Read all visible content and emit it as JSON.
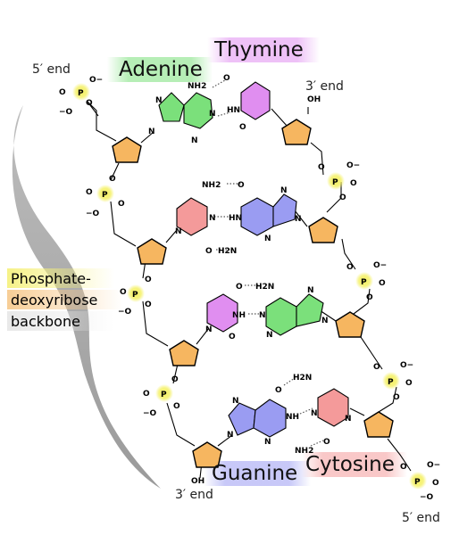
{
  "labels": {
    "adenine": "Adenine",
    "thymine": "Thymine",
    "guanine": "Guanine",
    "cytosine": "Cytosine",
    "end_5_top": "5′ end",
    "end_3_top": "3′ end",
    "end_3_bottom": "3′ end",
    "end_5_bottom": "5′ end",
    "backbone_line1": "Phosphate-",
    "backbone_line2": "deoxyribose",
    "backbone_line3": "backbone"
  },
  "atoms": {
    "nh2": "NH2",
    "h2n": "H2N",
    "hn": "HN",
    "nh": "NH",
    "n": "N",
    "o": "O",
    "p": "P",
    "oh": "OH",
    "o_minus": "O−",
    "minus_o": "−O"
  },
  "colors": {
    "adenine": "#7be07b",
    "thymine": "#e08ef0",
    "guanine": "#9a9cf2",
    "cytosine": "#f49a9a",
    "sugar": "#f6b660",
    "phosphate": "#f4f060"
  }
}
